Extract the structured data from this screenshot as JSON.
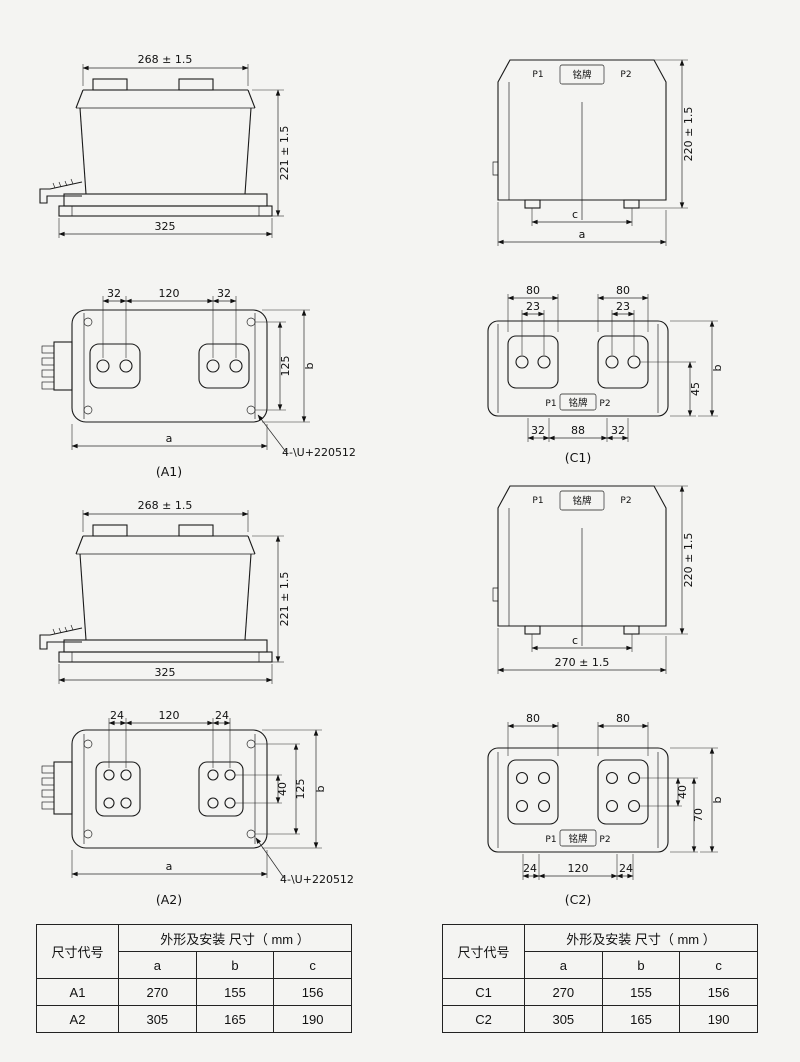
{
  "drawings": {
    "a1_side": {
      "dim_width": "268 ± 1.5",
      "dim_height": "221 ± 1.5",
      "dim_base": "325"
    },
    "a1_top": {
      "dim_s1": "32",
      "dim_mid": "120",
      "dim_s2": "32",
      "dim_holes": "125",
      "dim_b": "b",
      "dim_a": "a",
      "callout": "4-\\U+220512",
      "caption": "(A1)"
    },
    "a2_side": {
      "dim_width": "268 ± 1.5",
      "dim_height": "221 ± 1.5",
      "dim_base": "325"
    },
    "a2_top": {
      "dim_s1": "24",
      "dim_mid": "120",
      "dim_s2": "24",
      "dim_rows": "40",
      "dim_holes": "125",
      "dim_b": "b",
      "dim_a": "a",
      "callout": "4-\\U+220512",
      "caption": "(A2)"
    },
    "c1_front": {
      "p1": "P1",
      "nameplate": "铭牌",
      "p2": "P2",
      "dim_height": "220 ± 1.5",
      "dim_c": "c",
      "dim_a": "a"
    },
    "c1_top": {
      "dim_g1": "80",
      "dim_g2": "80",
      "dim_p1s": "23",
      "dim_p2s": "23",
      "dim_45": "45",
      "dim_b": "b",
      "p1": "P1",
      "nameplate": "铭牌",
      "p2": "P2",
      "dim_b1": "32",
      "dim_b2": "88",
      "dim_b3": "32",
      "caption": "(C1)"
    },
    "c2_front": {
      "p1": "P1",
      "nameplate": "铭牌",
      "p2": "P2",
      "dim_height": "220 ± 1.5",
      "dim_c": "c",
      "dim_base": "270 ± 1.5"
    },
    "c2_top": {
      "dim_g1": "80",
      "dim_g2": "80",
      "dim_rows": "40",
      "dim_70": "70",
      "dim_b": "b",
      "p1": "P1",
      "nameplate": "铭牌",
      "p2": "P2",
      "dim_b1": "24",
      "dim_b2": "120",
      "dim_b3": "24",
      "caption": "(C2)"
    }
  },
  "tables": {
    "left": {
      "code_header": "尺寸代号",
      "group_header": "外形及安装 尺寸（ mm ）",
      "columns": [
        "a",
        "b",
        "c"
      ],
      "rows": [
        {
          "code": "A1",
          "a": "270",
          "b": "155",
          "c": "156"
        },
        {
          "code": "A2",
          "a": "305",
          "b": "165",
          "c": "190"
        }
      ]
    },
    "right": {
      "code_header": "尺寸代号",
      "group_header": "外形及安装 尺寸（ mm ）",
      "columns": [
        "a",
        "b",
        "c"
      ],
      "rows": [
        {
          "code": "C1",
          "a": "270",
          "b": "155",
          "c": "156"
        },
        {
          "code": "C2",
          "a": "305",
          "b": "165",
          "c": "190"
        }
      ]
    }
  }
}
